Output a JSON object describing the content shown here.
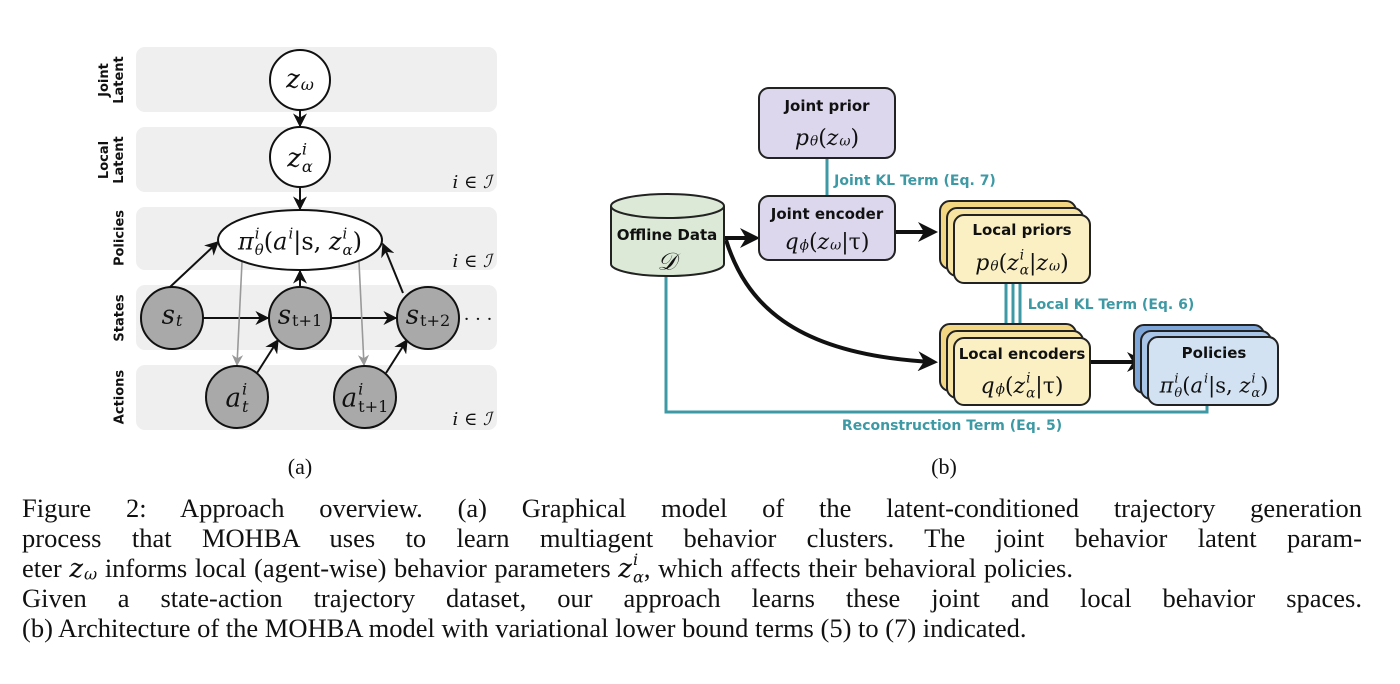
{
  "panel_a": {
    "label": "(a)",
    "rows": [
      "Joint Latent",
      "Local Latent",
      "Policies",
      "States",
      "Actions"
    ],
    "plate_label": "i ∈ ℐ",
    "nodes": {
      "z_omega": [
        [
          "z",
          "",
          "ω"
        ]
      ],
      "z_alpha": [
        [
          "z",
          "i",
          "α"
        ]
      ],
      "policy": [
        [
          "π",
          "i",
          "θ"
        ],
        "(",
        [
          "a",
          "i",
          ""
        ],
        "|s, ",
        [
          "z",
          "i",
          "α"
        ],
        ")"
      ],
      "s_t": [
        [
          "s",
          "",
          "t"
        ]
      ],
      "s_t1": [
        [
          "s",
          "",
          "t+1"
        ]
      ],
      "s_t2": [
        [
          "s",
          "",
          "t+2"
        ]
      ],
      "a_t": [
        [
          "a",
          "i",
          "t"
        ]
      ],
      "a_t1": [
        [
          "a",
          "i",
          "t+1"
        ]
      ],
      "ellipsis": "· · ·"
    }
  },
  "panel_b": {
    "label": "(b)",
    "colors": {
      "lavender": "#ddd7ee",
      "green": "#dbe9d6",
      "yellow": "#fbf0c3",
      "yellow_back": "#f3d681",
      "blue": "#d2e2f3",
      "blue_back": "#7fa6d8",
      "teal": "#3d99a4"
    },
    "offline_data": {
      "title": "Offline Data",
      "math": [
        "𝒟"
      ]
    },
    "joint_prior": {
      "title": "Joint prior",
      "math": [
        [
          "p",
          "",
          "θ"
        ],
        "(",
        [
          "z",
          "",
          "ω"
        ],
        ")"
      ]
    },
    "joint_encoder": {
      "title": "Joint encoder",
      "math": [
        [
          "q",
          "",
          "ϕ"
        ],
        "(",
        [
          "z",
          "",
          "ω"
        ],
        "|τ)"
      ]
    },
    "local_priors": {
      "title": "Local priors",
      "math": [
        [
          "p",
          "",
          "θ"
        ],
        "(",
        [
          "z",
          "i",
          "α"
        ],
        "|",
        [
          "z",
          "",
          "ω"
        ],
        ")"
      ]
    },
    "local_encoders": {
      "title": "Local encoders",
      "math": [
        [
          "q",
          "",
          "ϕ"
        ],
        "(",
        [
          "z",
          "i",
          "α"
        ],
        "|τ)"
      ]
    },
    "policies": {
      "title": "Policies",
      "math": [
        [
          "π",
          "i",
          "θ"
        ],
        "(",
        [
          "a",
          "i",
          ""
        ],
        "|s, ",
        [
          "z",
          "i",
          "α"
        ],
        ")"
      ]
    },
    "joint_kl": "Joint KL Term (Eq. 7)",
    "local_kl": "Local KL Term (Eq. 6)",
    "reconstruction": "Reconstruction Term (Eq. 5)"
  },
  "caption": {
    "line1": "Figure 2: Approach overview. (a) Graphical model of the latent-conditioned trajectory generation",
    "line2": "process that MOHBA uses to learn multiagent behavior clusters. The joint behavior latent param-",
    "line3": [
      "eter ",
      [
        "z",
        "",
        "ω"
      ],
      " informs local (agent-wise) behavior parameters ",
      [
        "z",
        "i",
        "α"
      ],
      ", which affects their behavioral policies."
    ],
    "line4": "Given a state-action trajectory dataset, our approach learns these joint and local behavior spaces.",
    "line5": "(b) Architecture of the MOHBA model with variational lower bound terms (5) to (7) indicated."
  }
}
